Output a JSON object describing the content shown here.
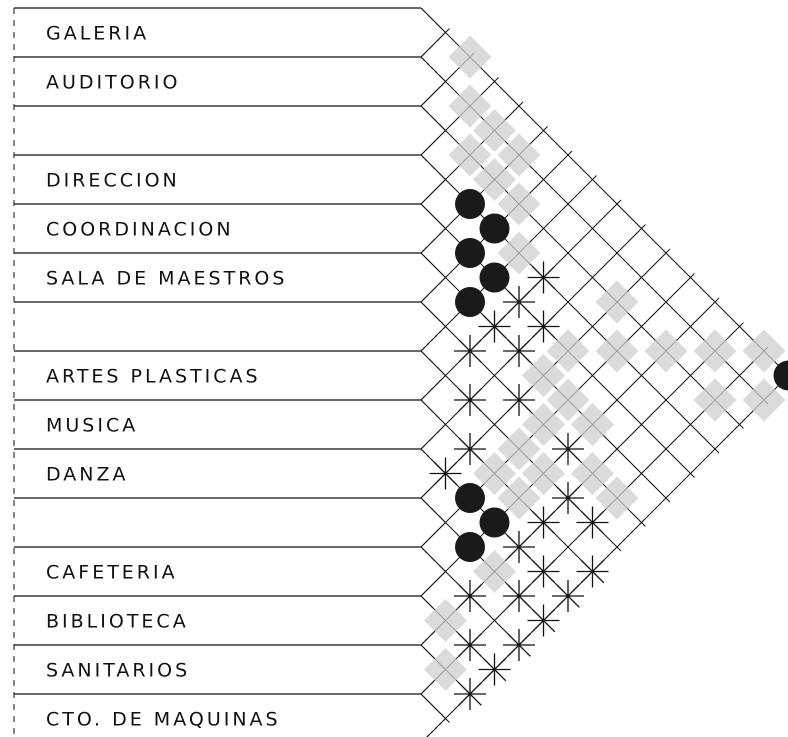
{
  "rows": [
    {
      "label": "GALERIA"
    },
    {
      "label": "AUDITORIO"
    },
    {
      "label": ""
    },
    {
      "label": "DIRECCION"
    },
    {
      "label": "COORDINACION"
    },
    {
      "label": "SALA  DE  MAESTROS"
    },
    {
      "label": ""
    },
    {
      "label": "ARTES  PLASTICAS"
    },
    {
      "label": "MUSICA"
    },
    {
      "label": "DANZA"
    },
    {
      "label": ""
    },
    {
      "label": "CAFETERIA"
    },
    {
      "label": "BIBLIOTECA"
    },
    {
      "label": "SANITARIOS"
    },
    {
      "label": "CTO. DE MAQUINAS"
    }
  ],
  "relationships": {
    "dots": [
      [
        3,
        4
      ],
      [
        4,
        5
      ],
      [
        3,
        5
      ],
      [
        4,
        6
      ],
      [
        5,
        6
      ],
      [
        0,
        14
      ],
      [
        9,
        11
      ],
      [
        10,
        11
      ],
      [
        9,
        10
      ]
    ],
    "stars": [
      [
        3,
        7
      ],
      [
        4,
        7
      ],
      [
        4,
        8
      ],
      [
        5,
        8
      ],
      [
        5,
        7
      ],
      [
        6,
        7
      ],
      [
        6,
        9
      ],
      [
        7,
        8
      ],
      [
        8,
        9
      ],
      [
        6,
        11
      ],
      [
        7,
        12
      ],
      [
        8,
        12
      ],
      [
        7,
        13
      ],
      [
        8,
        14
      ],
      [
        9,
        14
      ],
      [
        9,
        13
      ],
      [
        9,
        12
      ],
      [
        10,
        13
      ],
      [
        10,
        14
      ],
      [
        11,
        14
      ],
      [
        11,
        12
      ],
      [
        12,
        13
      ],
      [
        12,
        14
      ],
      [
        13,
        14
      ],
      [
        9,
        9
      ]
    ],
    "shaded": [
      [
        0,
        1
      ],
      [
        1,
        2
      ],
      [
        1,
        3
      ],
      [
        2,
        3
      ],
      [
        1,
        4
      ],
      [
        2,
        4
      ],
      [
        3,
        6
      ],
      [
        2,
        5
      ],
      [
        4,
        9
      ],
      [
        5,
        9
      ],
      [
        5,
        10
      ],
      [
        5,
        11
      ],
      [
        6,
        10
      ],
      [
        6,
        12
      ],
      [
        6,
        13
      ],
      [
        7,
        10
      ],
      [
        7,
        11
      ],
      [
        8,
        10
      ],
      [
        8,
        11
      ],
      [
        10,
        12
      ],
      [
        12,
        12
      ],
      [
        13,
        13
      ],
      [
        2,
        9
      ],
      [
        3,
        10
      ],
      [
        0,
        13
      ],
      [
        1,
        12
      ],
      [
        2,
        11
      ],
      [
        1,
        14
      ],
      [
        2,
        13
      ]
    ]
  },
  "colors": {
    "ink": "#111111",
    "shade": "#cfcfcf",
    "dot": "#1a1a1a"
  }
}
